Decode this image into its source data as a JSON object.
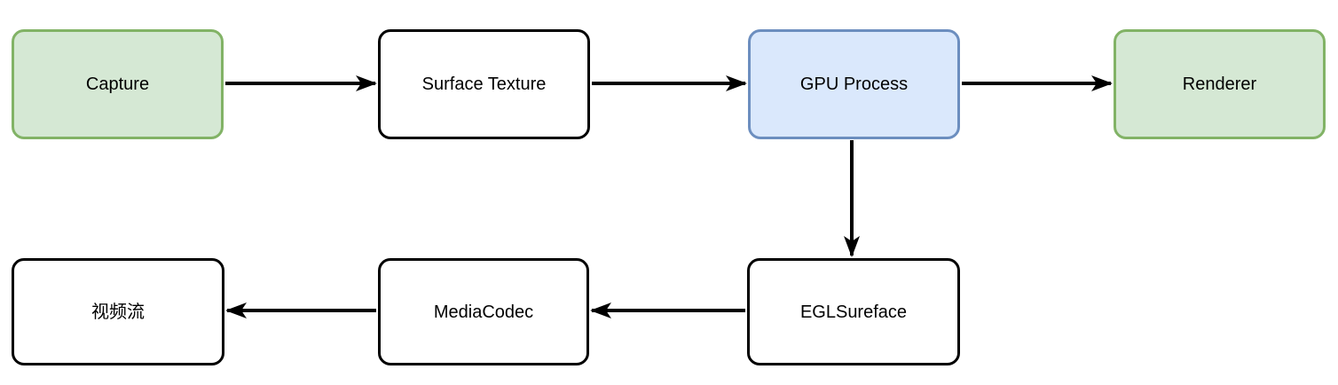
{
  "diagram": {
    "type": "flowchart",
    "colors": {
      "green_fill": "#d5e8d4",
      "green_border": "#82b366",
      "blue_fill": "#dae8fc",
      "blue_border": "#6c8ebf",
      "white_fill": "#ffffff",
      "line_color": "#000000",
      "text_color": "#000000"
    },
    "nodes": [
      {
        "id": "capture",
        "label": "Capture",
        "style": "green"
      },
      {
        "id": "surface-texture",
        "label": "Surface Texture",
        "style": "white"
      },
      {
        "id": "gpu-process",
        "label": "GPU Process",
        "style": "blue"
      },
      {
        "id": "renderer",
        "label": "Renderer",
        "style": "green"
      },
      {
        "id": "egl-sureface",
        "label": "EGLSureface",
        "style": "white"
      },
      {
        "id": "mediacodec",
        "label": "MediaCodec",
        "style": "white"
      },
      {
        "id": "video-stream",
        "label": "视频流",
        "style": "white"
      }
    ],
    "edges": [
      {
        "from": "capture",
        "to": "surface-texture",
        "direction": "right"
      },
      {
        "from": "surface-texture",
        "to": "gpu-process",
        "direction": "right"
      },
      {
        "from": "gpu-process",
        "to": "renderer",
        "direction": "right"
      },
      {
        "from": "gpu-process",
        "to": "egl-sureface",
        "direction": "down"
      },
      {
        "from": "egl-sureface",
        "to": "mediacodec",
        "direction": "left"
      },
      {
        "from": "mediacodec",
        "to": "video-stream",
        "direction": "left"
      }
    ]
  }
}
